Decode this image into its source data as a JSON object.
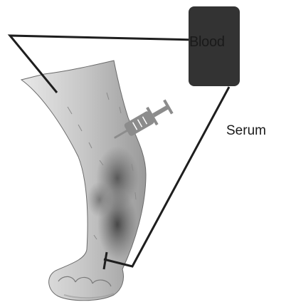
{
  "labels": {
    "blood": "Blood",
    "serum": "Serum"
  },
  "colors": {
    "line": "#1e1e1e",
    "blood_box": "#333333",
    "syringe": "#8c8c8c",
    "leg_shade": "#3a3a3a"
  },
  "icons": {
    "syringe": "syringe-icon",
    "leg": "dog-foreleg-illustration"
  }
}
